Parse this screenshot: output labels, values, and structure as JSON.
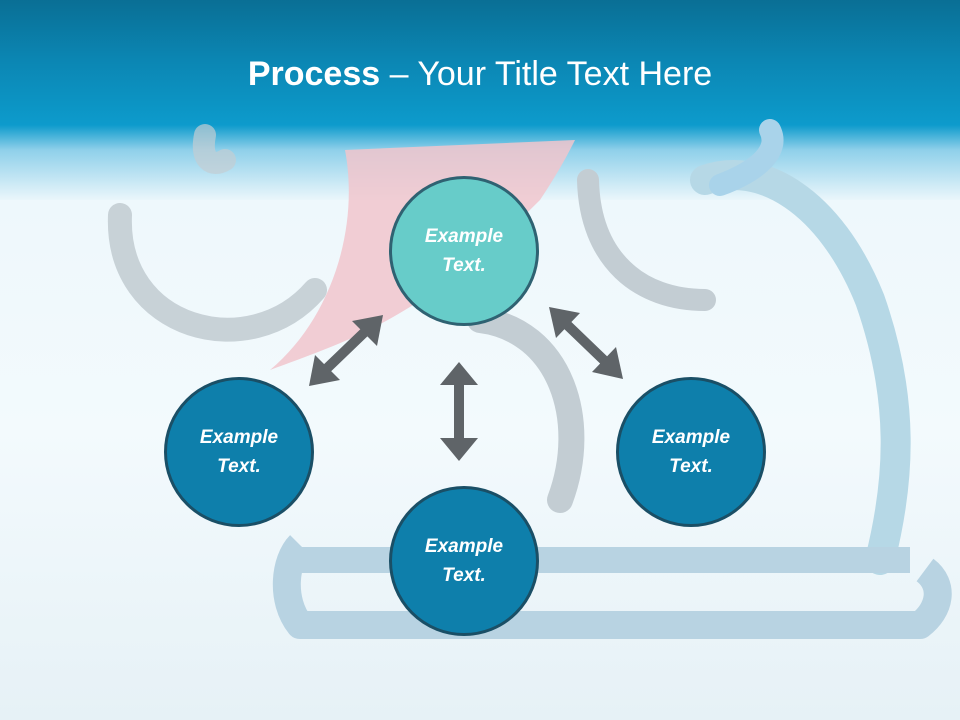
{
  "title": {
    "strong": "Process",
    "rest": " – Your Title Text Here"
  },
  "nodes": [
    {
      "id": "top",
      "label": "Example\nText.",
      "color": "#67ccc9"
    },
    {
      "id": "left",
      "label": "Example\nText.",
      "color": "#0e7fab"
    },
    {
      "id": "right",
      "label": "Example\nText.",
      "color": "#0e7fab"
    },
    {
      "id": "bottom",
      "label": "Example\nText.",
      "color": "#0e7fab"
    }
  ],
  "arrows": [
    {
      "from": "top",
      "to": "left"
    },
    {
      "from": "top",
      "to": "right"
    },
    {
      "from": "top",
      "to": "bottom"
    }
  ],
  "colors": {
    "header": "#0b86b3",
    "arrow": "#5f6468"
  }
}
